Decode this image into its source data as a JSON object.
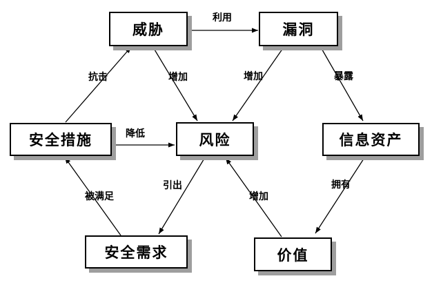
{
  "diagram": {
    "type": "relationship-diagram",
    "language": "zh-CN",
    "colors": {
      "background": "#ffffff",
      "box_fill": "#ffffff",
      "box_border": "#000000",
      "box_shadow": "#9e9e9e",
      "line": "#000000"
    },
    "nodes": [
      {
        "id": "threat",
        "label": "威胁"
      },
      {
        "id": "vulnerability",
        "label": "漏洞"
      },
      {
        "id": "safeguard",
        "label": "安全措施"
      },
      {
        "id": "risk",
        "label": "风险"
      },
      {
        "id": "asset",
        "label": "信息资产"
      },
      {
        "id": "requirement",
        "label": "安全需求"
      },
      {
        "id": "value",
        "label": "价值"
      }
    ],
    "edges": [
      {
        "from": "威胁",
        "to": "漏洞",
        "label": "利用"
      },
      {
        "from": "安全措施",
        "to": "威胁",
        "label": "抗击"
      },
      {
        "from": "威胁",
        "to": "风险",
        "label": "增加"
      },
      {
        "from": "漏洞",
        "to": "风险",
        "label": "增加"
      },
      {
        "from": "漏洞",
        "to": "信息资产",
        "label": "暴露"
      },
      {
        "from": "安全措施",
        "to": "风险",
        "label": "降低"
      },
      {
        "from": "安全需求",
        "to": "安全措施",
        "label": "被满足"
      },
      {
        "from": "风险",
        "to": "安全需求",
        "label": "引出"
      },
      {
        "from": "价值",
        "to": "风险",
        "label": "增加"
      },
      {
        "from": "信息资产",
        "to": "价值",
        "label": "拥有"
      }
    ]
  }
}
